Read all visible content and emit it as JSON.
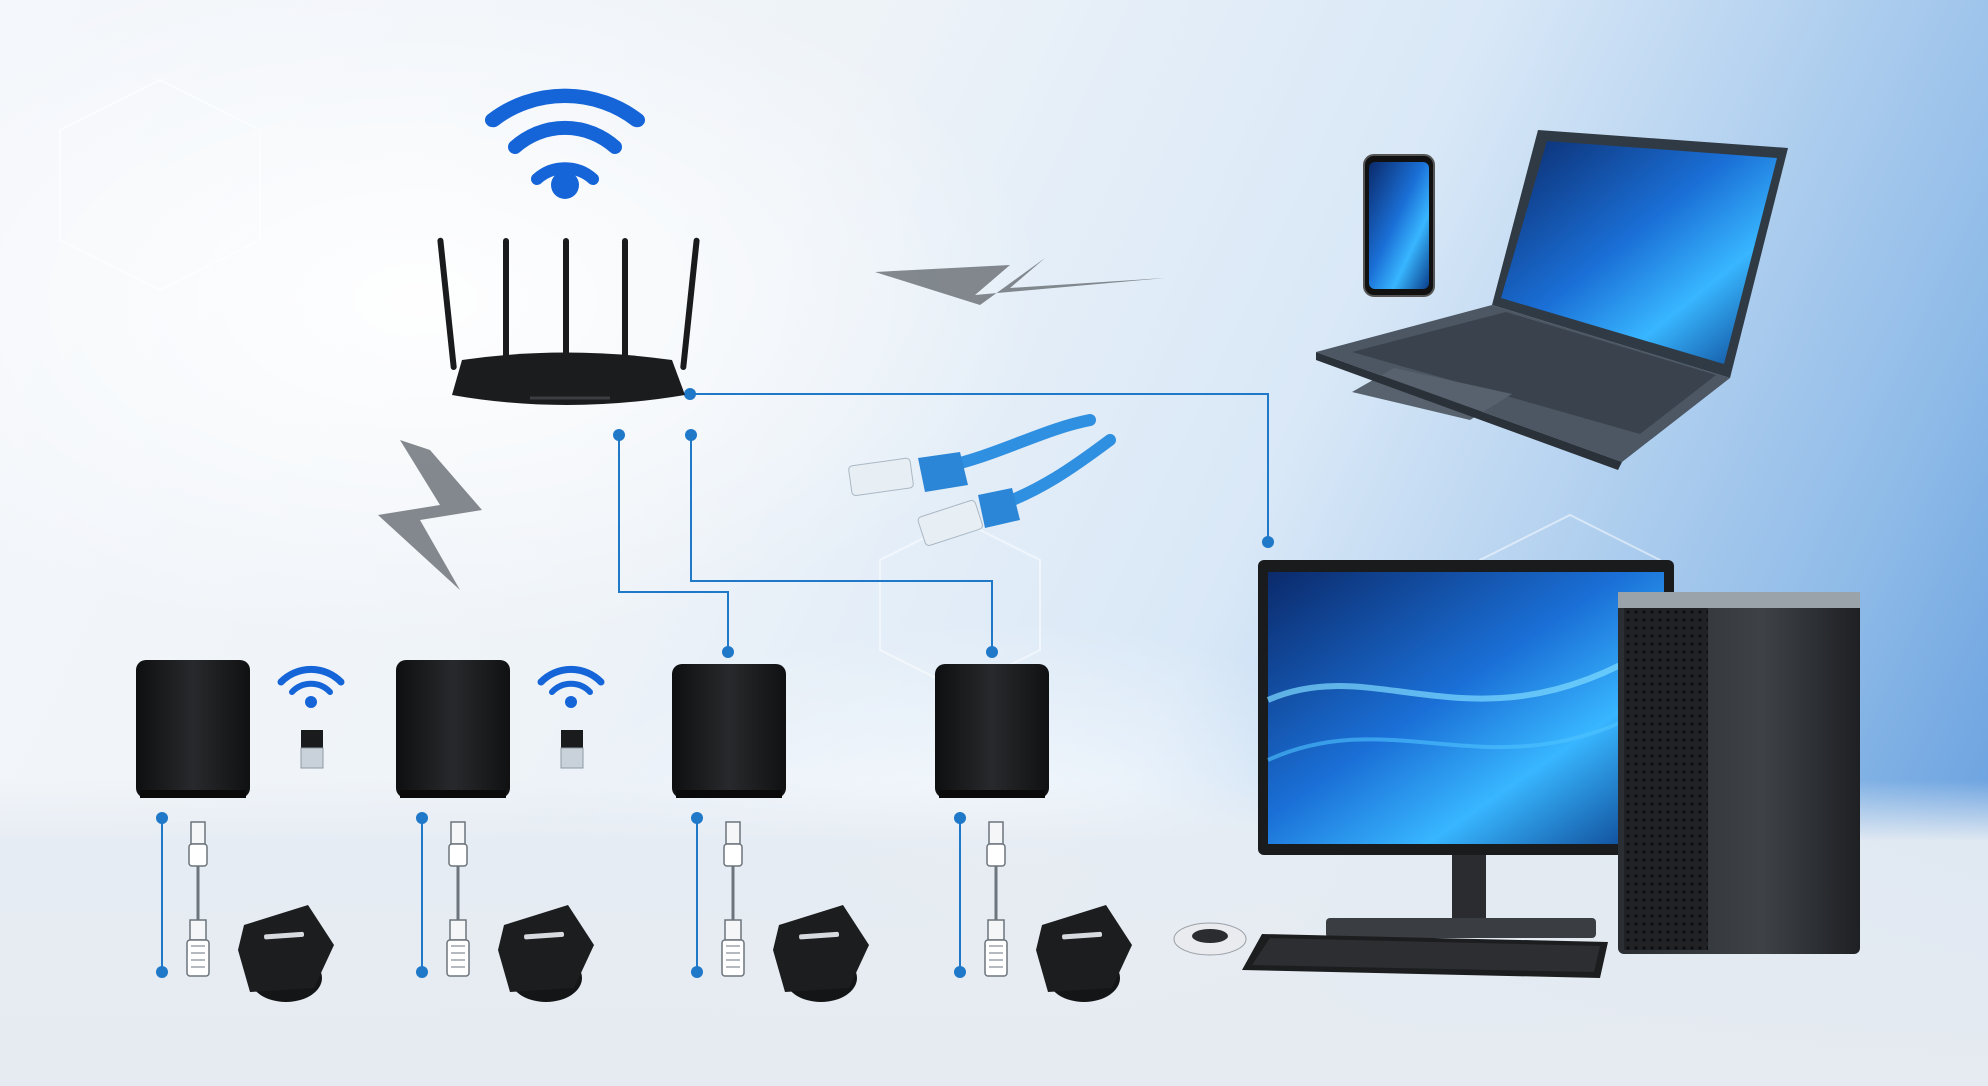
{
  "colors": {
    "link_blue": "#1f78c8",
    "wifi_blue": "#1565d8",
    "device_black": "#1b1c1e",
    "zigzag_gray": "#6f747a",
    "cable_blue": "#2f8fe0"
  },
  "icons": {
    "wifi": "wifi-icon",
    "router": "router-icon",
    "lightning": "wireless-link-icon",
    "ethernet": "ethernet-cable-icon",
    "usb": "usb-connector-icon",
    "serial": "db9-serial-connector-icon",
    "dongle": "usb-wifi-dongle-icon"
  },
  "nodes": {
    "router": "wireless-router",
    "phone": "smartphone",
    "laptop": "laptop",
    "desktop": "desktop-computer",
    "servers": [
      "device-server-1",
      "device-server-2",
      "device-server-3",
      "device-server-4"
    ],
    "serial_devices": [
      "serial-device-1",
      "serial-device-2",
      "serial-device-3",
      "serial-device-4"
    ]
  },
  "connections": {
    "wired": [
      "router-desktop",
      "router-server-3",
      "router-server-4"
    ],
    "wireless": [
      "router-laptop",
      "router-server-1",
      "router-server-2"
    ],
    "serial": [
      "server-1-device-1",
      "server-2-device-2",
      "server-3-device-3",
      "server-4-device-4"
    ]
  }
}
